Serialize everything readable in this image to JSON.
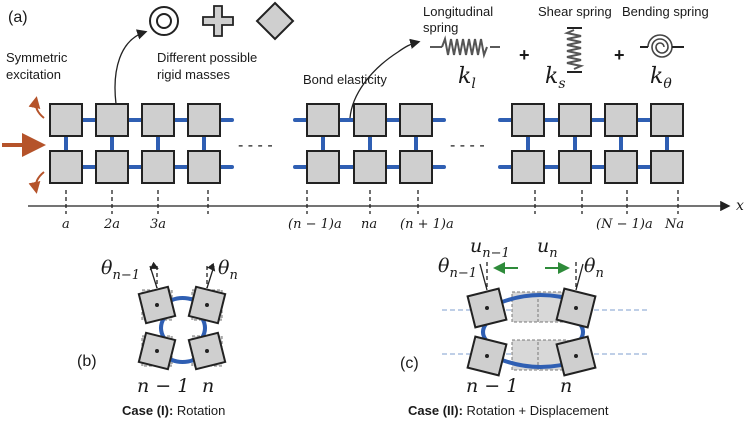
{
  "labels": {
    "panel_a": "(a)",
    "panel_b": "(b)",
    "panel_c": "(c)",
    "symmetric_excitation_1": "Symmetric",
    "symmetric_excitation_2": "excitation",
    "rigid_masses_1": "Different possible",
    "rigid_masses_2": "rigid masses",
    "bond_elasticity": "Bond elasticity",
    "longitudinal_spring_1": "Longitudinal",
    "longitudinal_spring_2": "spring",
    "shear_spring": "Shear spring",
    "bending_spring": "Bending spring",
    "plus": "+",
    "dashes": "- - - -",
    "case_1_bold": "Case (I):",
    "case_1_rest": " Rotation",
    "case_2_bold": "Case (II):",
    "case_2_rest": " Rotation + Displacement"
  },
  "symbols": {
    "k": "k",
    "l": "l",
    "s": "s",
    "theta": "θ",
    "u": "u",
    "n": "n",
    "n_minus_1": "n−1",
    "n_minus_1_spaced": "n − 1",
    "x": "x"
  },
  "ticks": [
    "a",
    "2a",
    "3a",
    "(n − 1)a",
    "na",
    "(n + 1)a",
    "(N − 1)a",
    "Na"
  ],
  "colors": {
    "bond": "#2f5fb3",
    "excitation_arrow": "#b5532a",
    "u_arrow": "#2e8b3a",
    "mass_fill": "#cfcfcf"
  }
}
